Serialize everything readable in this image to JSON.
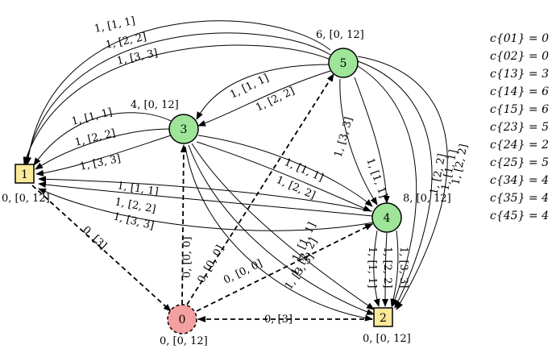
{
  "nodes": [
    {
      "id": "1",
      "label": "1",
      "info": "0, [0, 12]",
      "shape": "square",
      "fill": "#fbe99a"
    },
    {
      "id": "2",
      "label": "2",
      "info": "0, [0, 12]",
      "shape": "square",
      "fill": "#fbe99a"
    },
    {
      "id": "3",
      "label": "3",
      "info": "4, [0, 12]",
      "shape": "circle",
      "fill": "#9ee59a"
    },
    {
      "id": "4",
      "label": "4",
      "info": "8, [0, 12]",
      "shape": "circle",
      "fill": "#9ee59a"
    },
    {
      "id": "5",
      "label": "5",
      "info": "6, [0, 12]",
      "shape": "circle",
      "fill": "#9ee59a"
    },
    {
      "id": "0",
      "label": "0",
      "info": "0, [0, 12]",
      "shape": "circle-dashed",
      "fill": "#f4a0a0"
    }
  ],
  "edge_labels": [
    "1, [1, 1]",
    "1, [2, 2]",
    "1, [3, 3]",
    "1, [1, 1]",
    "1, [2, 2]",
    "1, [3, 3]",
    "1, [1, 1]",
    "1, [2, 2]",
    "1, [1, 1]",
    "1, [2, 2]",
    "1, [3, 3]",
    "1, [1, 1]",
    "1, [2, 2]",
    "1, [3, 3]",
    "1, [1, 1]",
    "1, [2, 2]",
    "1, [1, 1]",
    "1, [2, 2]",
    "1, [1, 1]",
    "1, [2, 2]",
    "1, [3, 3]",
    "1, [1, 1]",
    "1, [2, 2]",
    "1, [3, 3]",
    "0, [3]",
    "0, [0, 0]",
    "0, [0, 0]",
    "0, [0, 0]",
    "0, [3]"
  ],
  "costs": [
    "c{01} = 0",
    "c{02} = 0",
    "c{13} = 3",
    "c{14} = 6",
    "c{15} = 6",
    "c{23} = 5",
    "c{24} = 2",
    "c{25} = 5",
    "c{34} = 4",
    "c{35} = 4",
    "c{45} = 4"
  ],
  "colors": {
    "depot": "#fbe99a",
    "customer": "#9ee59a",
    "source": "#f4a0a0"
  }
}
